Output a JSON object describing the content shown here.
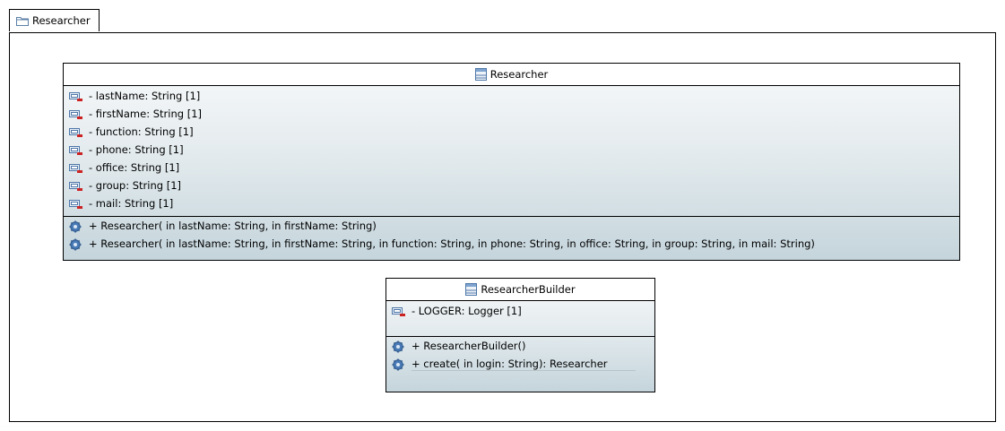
{
  "package": {
    "name": "Researcher"
  },
  "classes": [
    {
      "name": "Researcher",
      "attributes": [
        "- lastName: String [1]",
        "- firstName: String [1]",
        "- function: String [1]",
        "- phone: String [1]",
        "- office: String [1]",
        "- group: String [1]",
        "- mail: String [1]"
      ],
      "operations": [
        "+ Researcher(  in lastName: String,   in firstName: String)",
        "+ Researcher(  in lastName: String,   in firstName: String,   in function: String,   in phone: String,   in office: String,   in group: String,   in mail: String)"
      ]
    },
    {
      "name": "ResearcherBuilder",
      "attributes": [
        "- LOGGER: Logger [1]"
      ],
      "operations": [
        "+ ResearcherBuilder()",
        "+ create(  in login: String): Researcher"
      ]
    }
  ],
  "icons": {
    "package": "folder-icon",
    "class": "class-icon",
    "attribute": "private-attribute-icon",
    "operation": "operation-gear-icon"
  },
  "colors": {
    "attribute_marker": "#cc2222",
    "operation_icon": "#4a7bb7",
    "class_gradient_bottom": "#c5d5dc"
  }
}
